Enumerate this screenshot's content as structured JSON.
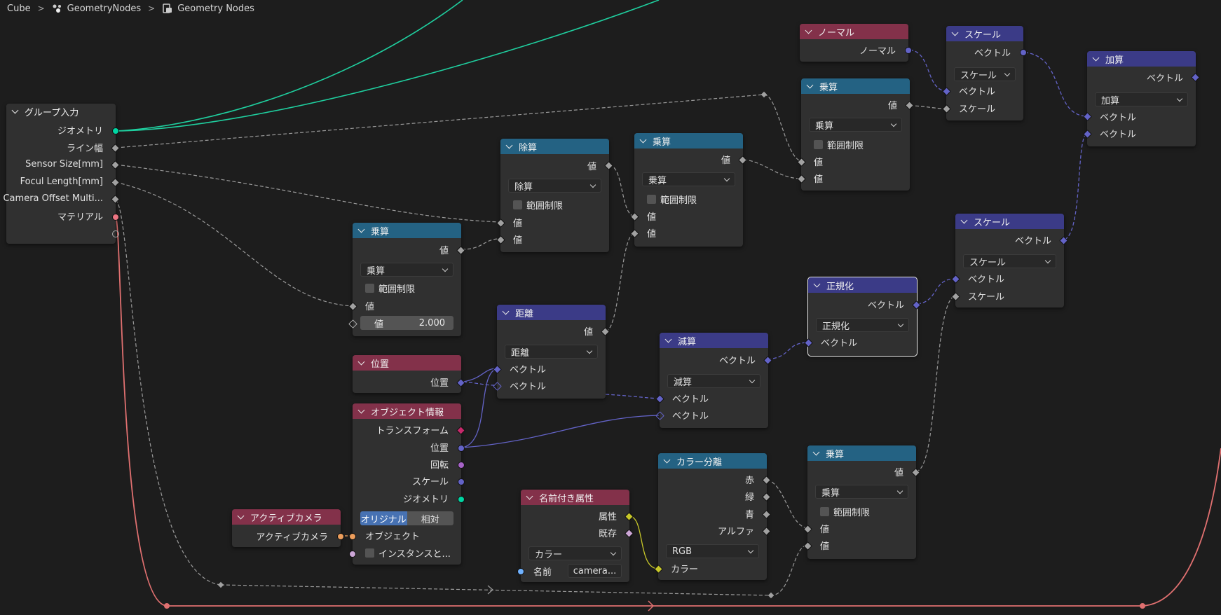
{
  "breadcrumb": {
    "object": "Cube",
    "modifier": "GeometryNodes",
    "tree": "Geometry Nodes"
  },
  "colors": {
    "geometry": "#00d6a3",
    "float": "#a1a1a1",
    "vector": "#6363c7",
    "material": "#eb7582",
    "color": "#c7c729",
    "rotation": "#a663c7",
    "matrix": "#c7296b",
    "object": "#ed9e5c",
    "string": "#70b2ff",
    "boolean": "#cca6d6"
  },
  "nodes": {
    "group_input": {
      "title": "グループ入力",
      "geometry": "ジオメトリ",
      "line_width": "ライン幅",
      "sensor": "Sensor Size[mm]",
      "focal": "Focul Length[mm]",
      "offset": "Camera Offset Multi...",
      "material": "マテリアル"
    },
    "normal": {
      "title": "ノーマル",
      "out": "ノーマル"
    },
    "scale_top": {
      "title": "スケール",
      "out": "ベクトル",
      "op": "スケール",
      "in_vec": "ベクトル",
      "in_scale": "スケール"
    },
    "add": {
      "title": "加算",
      "out": "ベクトル",
      "op": "加算",
      "in1": "ベクトル",
      "in2": "ベクトル"
    },
    "mul_top": {
      "title": "乗算",
      "out": "値",
      "op": "乗算",
      "clamp": "範囲制限",
      "in1": "値",
      "in2": "値"
    },
    "divide": {
      "title": "除算",
      "out": "値",
      "op": "除算",
      "clamp": "範囲制限",
      "in1": "値",
      "in2": "値"
    },
    "mul_mid": {
      "title": "乗算",
      "out": "値",
      "op": "乗算",
      "clamp": "範囲制限",
      "in1": "値",
      "in2": "値"
    },
    "mul_left": {
      "title": "乗算",
      "out": "値",
      "op": "乗算",
      "clamp": "範囲制限",
      "in1": "値",
      "in2_label": "値",
      "in2_value": "2.000"
    },
    "distance": {
      "title": "距離",
      "out": "値",
      "op": "距離",
      "in1": "ベクトル",
      "in2": "ベクトル"
    },
    "position": {
      "title": "位置",
      "out": "位置"
    },
    "subtract": {
      "title": "減算",
      "out": "ベクトル",
      "op": "減算",
      "in1": "ベクトル",
      "in2": "ベクトル"
    },
    "normalize": {
      "title": "正規化",
      "out": "ベクトル",
      "op": "正規化",
      "in1": "ベクトル"
    },
    "scale_right": {
      "title": "スケール",
      "out": "ベクトル",
      "op": "スケール",
      "in_vec": "ベクトル",
      "in_scale": "スケール"
    },
    "object_info": {
      "title": "オブジェクト情報",
      "transform": "トランスフォーム",
      "location": "位置",
      "rotation": "回転",
      "scale": "スケール",
      "geometry": "ジオメトリ",
      "mode_original": "オリジナル",
      "mode_relative": "相対",
      "object": "オブジェクト",
      "instance": "インスタンスと..."
    },
    "active_camera": {
      "title": "アクティブカメラ",
      "out": "アクティブカメラ"
    },
    "named_attr": {
      "title": "名前付き属性",
      "attr": "属性",
      "exists": "既存",
      "type": "カラー",
      "name_label": "名前",
      "name_value": "camera..."
    },
    "separate_color": {
      "title": "カラー分離",
      "red": "赤",
      "green": "緑",
      "blue": "青",
      "alpha": "アルファ",
      "mode": "RGB",
      "in": "カラー"
    },
    "mul_bottom": {
      "title": "乗算",
      "out": "値",
      "op": "乗算",
      "clamp": "範囲制限",
      "in1": "値",
      "in2": "値"
    }
  }
}
